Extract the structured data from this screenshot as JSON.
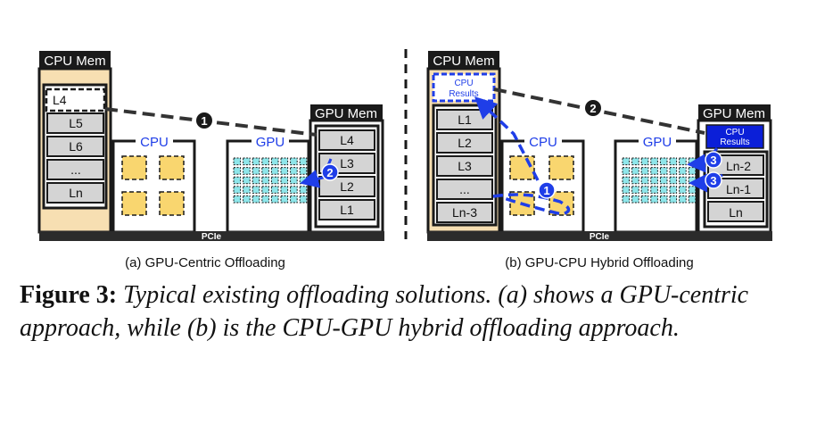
{
  "diagram_a": {
    "cpu_mem_label": "CPU Mem",
    "gpu_mem_label": "GPU Mem",
    "cpu_label": "CPU",
    "gpu_label": "GPU",
    "pcie_label": "PCIe",
    "cpu_mem_layers": [
      "L4",
      "L5",
      "L6",
      "...",
      "Ln"
    ],
    "gpu_mem_layers": [
      "L4",
      "L3",
      "L2",
      "L1"
    ],
    "step1": "1",
    "step2": "2",
    "subcaption": "(a) GPU-Centric Offloading"
  },
  "diagram_b": {
    "cpu_mem_label": "CPU Mem",
    "gpu_mem_label": "GPU Mem",
    "cpu_label": "CPU",
    "gpu_label": "GPU",
    "pcie_label": "PCIe",
    "cpu_results_line1": "CPU",
    "cpu_results_line2": "Results",
    "cpu_mem_layers": [
      "L1",
      "L2",
      "L3",
      "...",
      "Ln-3"
    ],
    "gpu_mem_layers": [
      "Ln-2",
      "Ln-1",
      "Ln"
    ],
    "step1": "1",
    "step2": "2",
    "step3a": "3",
    "step3b": "3",
    "subcaption": "(b) GPU-CPU Hybrid Offloading"
  },
  "caption": {
    "label": "Figure 3:",
    "text": "Typical existing offloading solutions. (a) shows a GPU-centric approach, while (b) is the CPU-GPU hybrid offloading approach."
  },
  "colors": {
    "blue": "#1f3ee8",
    "cpu_mem_fill": "#f7dfb2",
    "layer_fill": "#d4d4d4",
    "core_fill": "#f9d66f",
    "sm_fill": "#8ee6ea",
    "dark": "#1a1a1a"
  }
}
